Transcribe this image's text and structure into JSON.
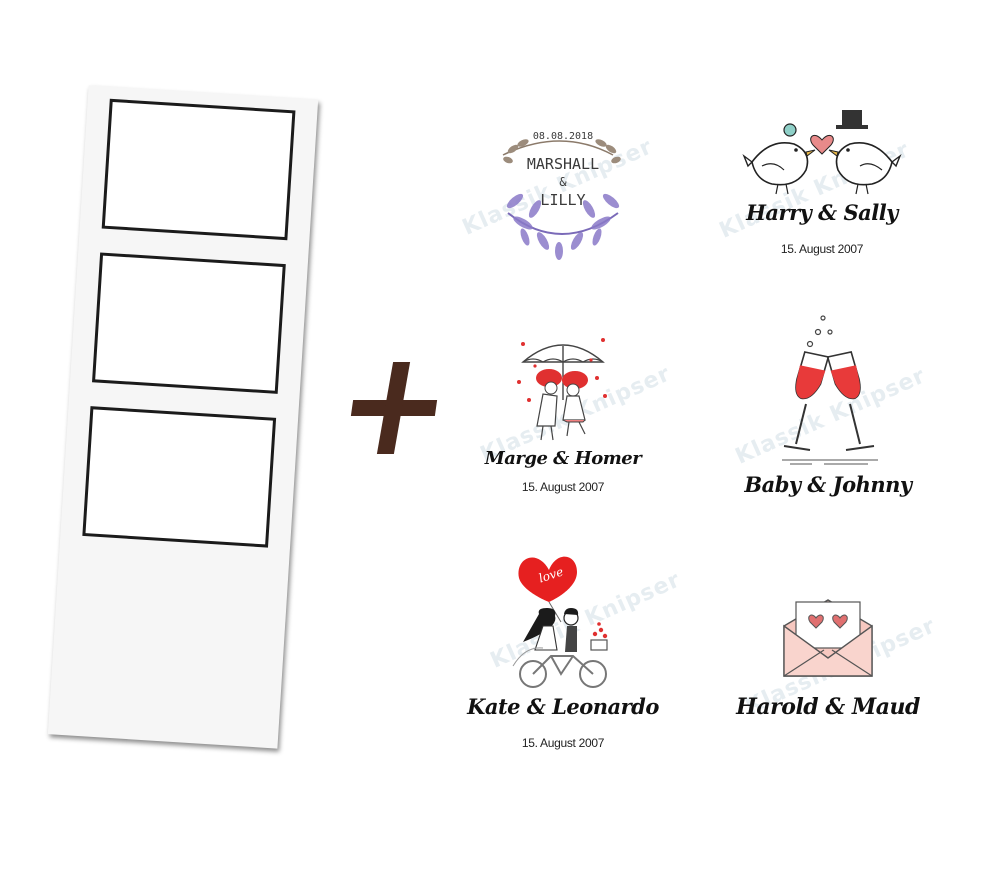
{
  "photo_strip": {
    "frames": 3
  },
  "plus_symbol": "+",
  "watermark_text": "Klassik Knipser",
  "designs": [
    {
      "id": "marshall-lilly",
      "date": "08.08.2018",
      "name_line_1": "MARSHALL",
      "ampersand": "&",
      "name_line_2": "LILLY",
      "colors": {
        "leaves": "#8a7ac8",
        "wreath": "#8b7a6a"
      }
    },
    {
      "id": "harry-sally",
      "names": "Harry & Sally",
      "date": "15. August 2007",
      "colors": {
        "heart": "#e88a8a",
        "flower": "#8fd0c8",
        "hat": "#333333"
      }
    },
    {
      "id": "marge-homer",
      "names": "Marge & Homer",
      "date": "15. August 2007",
      "colors": {
        "umbrella_dots": "#e03030"
      }
    },
    {
      "id": "baby-johnny",
      "names": "Baby & Johnny",
      "colors": {
        "wine": "#e83a3a"
      }
    },
    {
      "id": "kate-leonardo",
      "heart_text": "love",
      "names": "Kate & Leonardo",
      "date": "15. August 2007",
      "colors": {
        "balloon": "#e62020"
      }
    },
    {
      "id": "harold-maud",
      "names": "Harold & Maud",
      "colors": {
        "envelope": "#f7c8c0",
        "hearts": "#e07070"
      }
    }
  ]
}
